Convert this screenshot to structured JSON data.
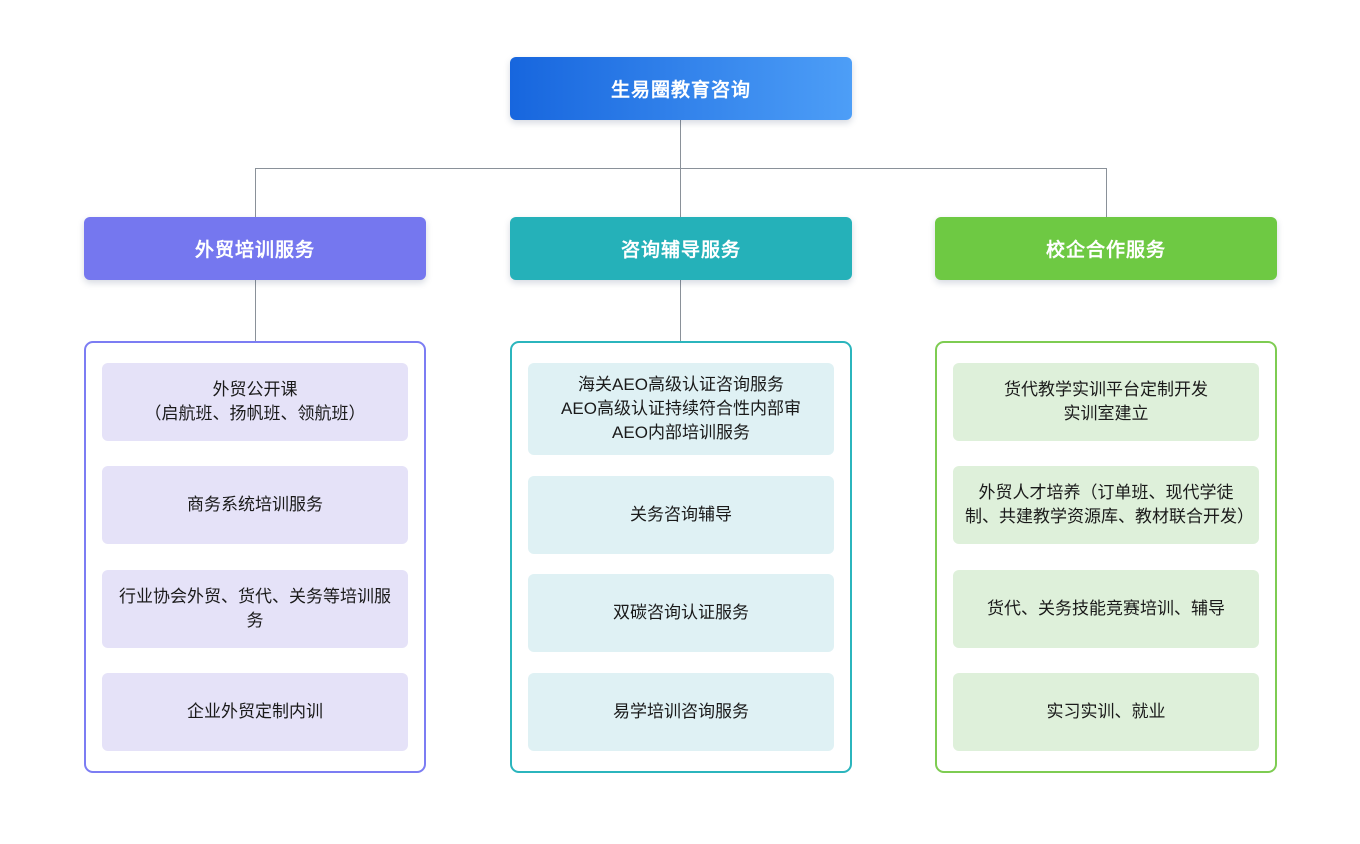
{
  "root": {
    "label": "生易圈教育咨询",
    "gradient_from": "#1766DE",
    "gradient_to": "#4D9EF7"
  },
  "connectors": {
    "color": "#8A9199"
  },
  "branches": [
    {
      "label": "外贸培训服务",
      "header_color": "#7577EF",
      "border_color": "#7C7DF3",
      "item_bg": "#E5E2F8",
      "items": [
        "外贸公开课\n（启航班、扬帆班、领航班）",
        "商务系统培训服务",
        "行业协会外贸、货代、关务等培训服务",
        "企业外贸定制内训"
      ]
    },
    {
      "label": "咨询辅导服务",
      "header_color": "#25B1B9",
      "border_color": "#2BB5BD",
      "item_bg": "#DFF1F4",
      "items": [
        "海关AEO高级认证咨询服务\nAEO高级认证持续符合性内部审\nAEO内部培训服务",
        "关务咨询辅导",
        "双碳咨询认证服务",
        "易学培训咨询服务"
      ]
    },
    {
      "label": "校企合作服务",
      "header_color": "#6EC943",
      "border_color": "#7ECC52",
      "item_bg": "#DEF0DA",
      "items": [
        "货代教学实训平台定制开发\n实训室建立",
        "外贸人才培养（订单班、现代学徒制、共建教学资源库、教材联合开发）",
        "货代、关务技能竞赛培训、辅导",
        "实习实训、就业"
      ]
    }
  ]
}
